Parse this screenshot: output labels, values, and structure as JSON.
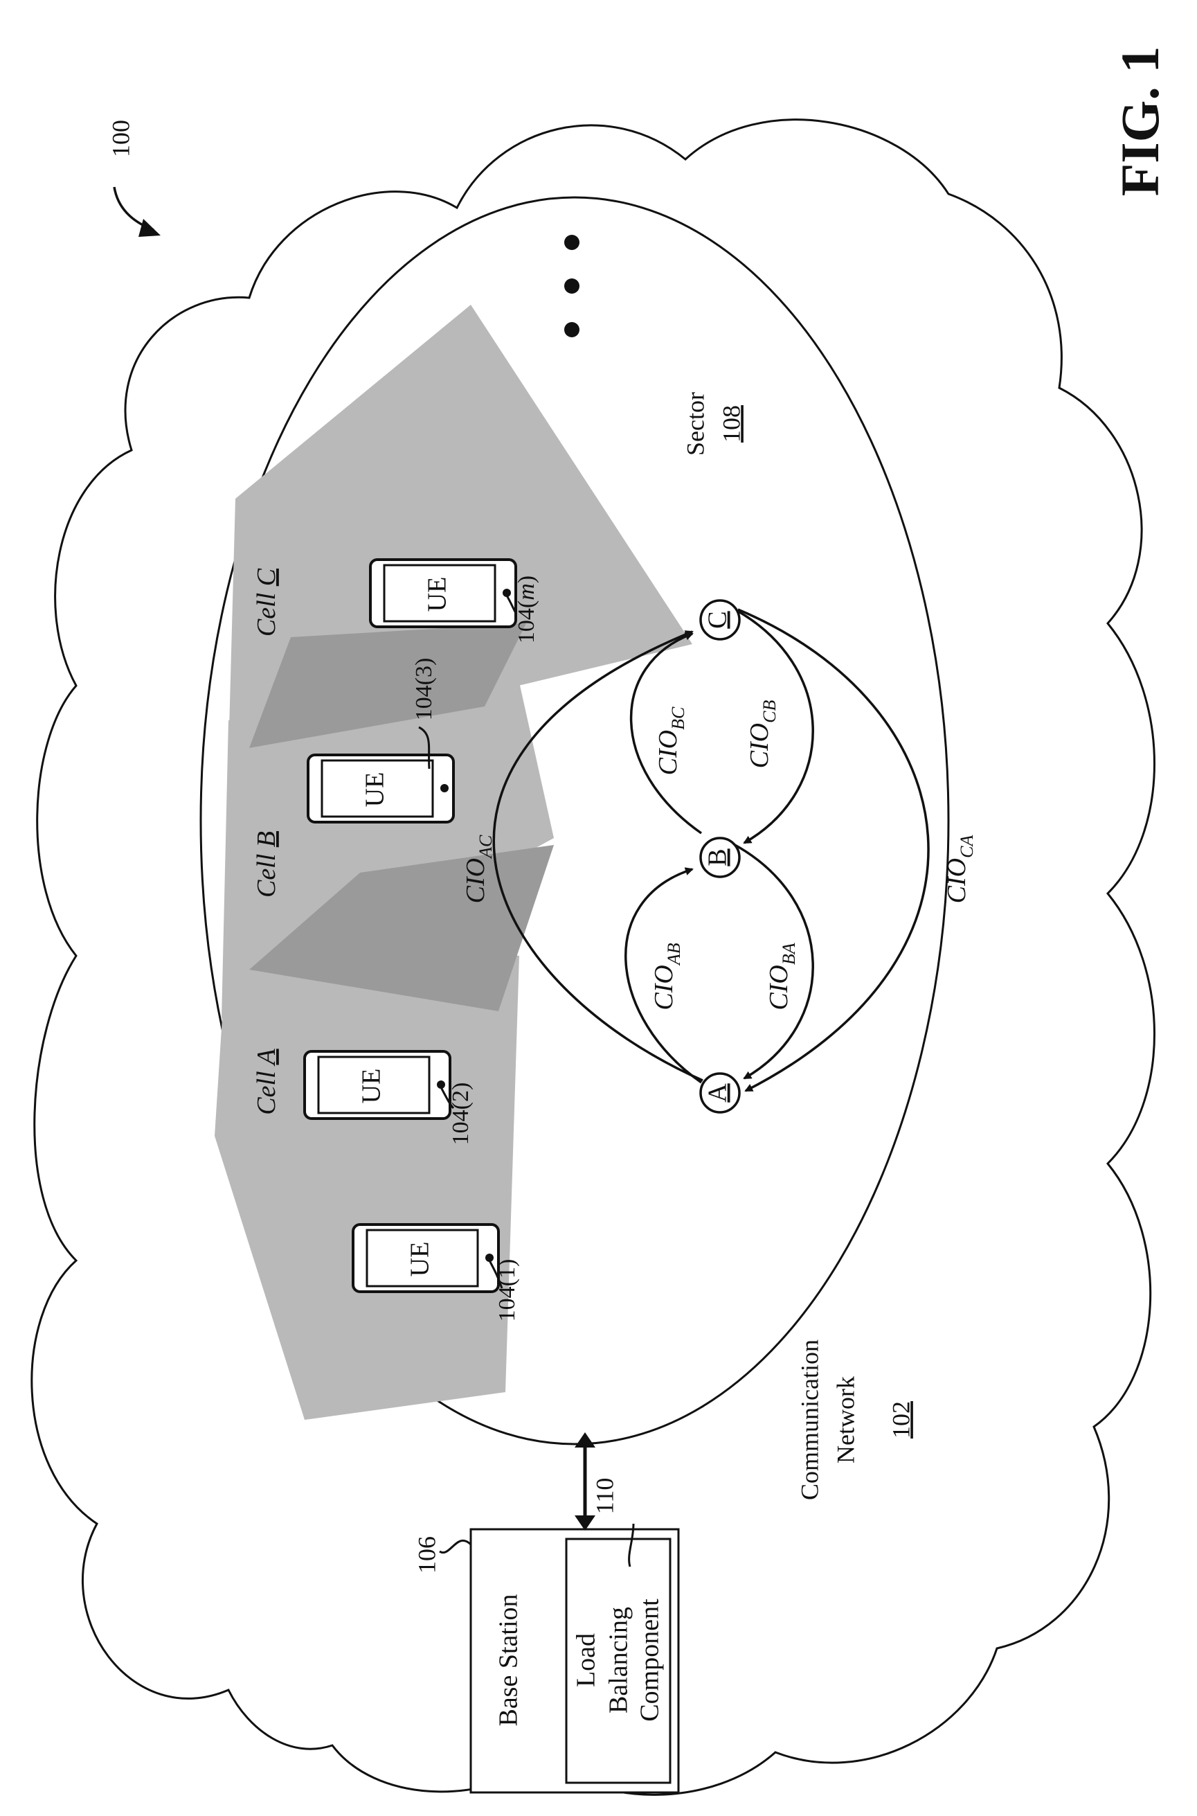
{
  "figure_label": "FIG. 1",
  "system_ref": "100",
  "network": {
    "label_line1": "Communication",
    "label_line2": "Network",
    "ref": "102"
  },
  "base_station": {
    "label": "Base Station",
    "ref": "106"
  },
  "load_balancing": {
    "line1": "Load",
    "line2": "Balancing",
    "line3": "Component",
    "ref": "110"
  },
  "sector": {
    "label": "Sector",
    "ref": "108"
  },
  "cells": [
    {
      "prefix": "Cell ",
      "letter": "A"
    },
    {
      "prefix": "Cell ",
      "letter": "B"
    },
    {
      "prefix": "Cell ",
      "letter": "C"
    }
  ],
  "ues": [
    {
      "label": "UE",
      "ref": "104(1)"
    },
    {
      "label": "UE",
      "ref": "104(2)"
    },
    {
      "label": "UE",
      "ref": "104(3)"
    },
    {
      "label": "UE",
      "ref_prefix": "104(",
      "ref_var": "m",
      "ref_suffix": ")"
    }
  ],
  "nodes": [
    "A",
    "B",
    "C"
  ],
  "cio": {
    "base": "CIO",
    "AB": "AB",
    "BA": "BA",
    "BC": "BC",
    "CB": "CB",
    "AC": "AC",
    "CA": "CA"
  },
  "colors": {
    "cell_fill": "#b9b9b9",
    "overlap_fill": "#9a9a9a",
    "line": "#111111",
    "background": "#ffffff"
  }
}
